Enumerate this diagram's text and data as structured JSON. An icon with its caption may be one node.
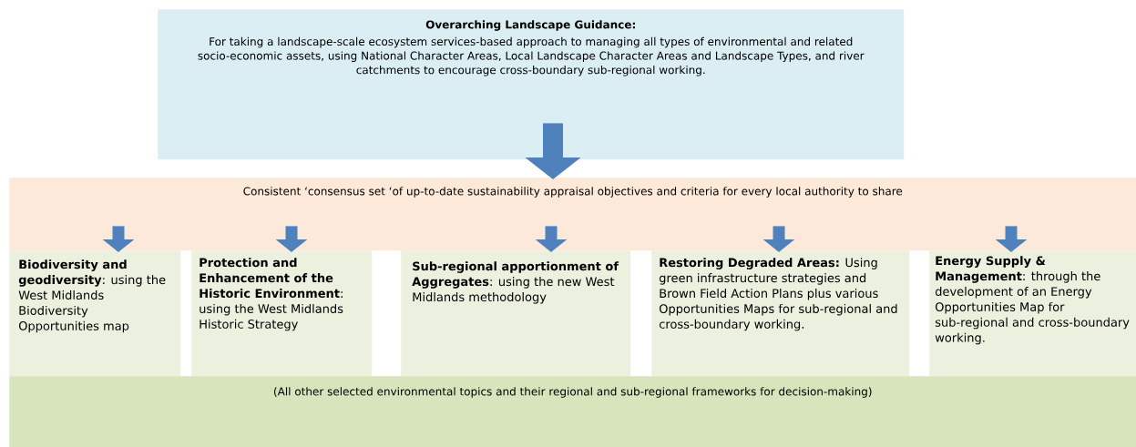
{
  "diagram": {
    "nodes": [
      {
        "text": [
          "Overarching Landscape Guidance:",
          "For taking a landscape-scale ecosystem services-based approach to managing all types of environmental and related socio-economic assets, using National Character Areas, Local Landscape Character Areas and Landscape Types, and river catchments to encourage cross-boundary sub-regional working."
        ]
      },
      {
        "text": [
          "Consistent ‘consensus set ‘of up-to-date sustainability appraisal objectives and criteria for every local authority to share"
        ]
      },
      {
        "text": [
          "**Biodiversity and geodiversity**: using the West Midlands Biodiversity Opportunities map"
        ]
      },
      {
        "text": [
          "**Protection and Enhancement of the Historic Environment**: using the West Midlands Historic Strategy"
        ]
      },
      {
        "text": [
          "**Sub-regional apportionment of Aggregates**: using the new West Midlands methodology"
        ]
      },
      {
        "text": [
          "**Restoring Degraded Areas:** Using green infrastructure strategies and Brown Field Action Plans plus various Opportunities Maps for sub-regional and cross-boundary working."
        ]
      },
      {
        "text": [
          "**Energy Supply & Management**: through the development of an Energy Opportunities Map for sub-regional and cross-boundary working."
        ]
      },
      {
        "text": [
          "(All other selected environmental topics and their regional and sub-regional frameworks for decision-making)"
        ]
      }
    ],
    "edges": [
      {
        "from": 0,
        "to": 1,
        "arrow": "to"
      },
      {
        "from": 1,
        "to": 2,
        "arrow": "to"
      },
      {
        "from": 1,
        "to": 3,
        "arrow": "to"
      },
      {
        "from": 1,
        "to": 4,
        "arrow": "to"
      },
      {
        "from": 1,
        "to": 5,
        "arrow": "to"
      },
      {
        "from": 1,
        "to": 6,
        "arrow": "to"
      }
    ]
  }
}
